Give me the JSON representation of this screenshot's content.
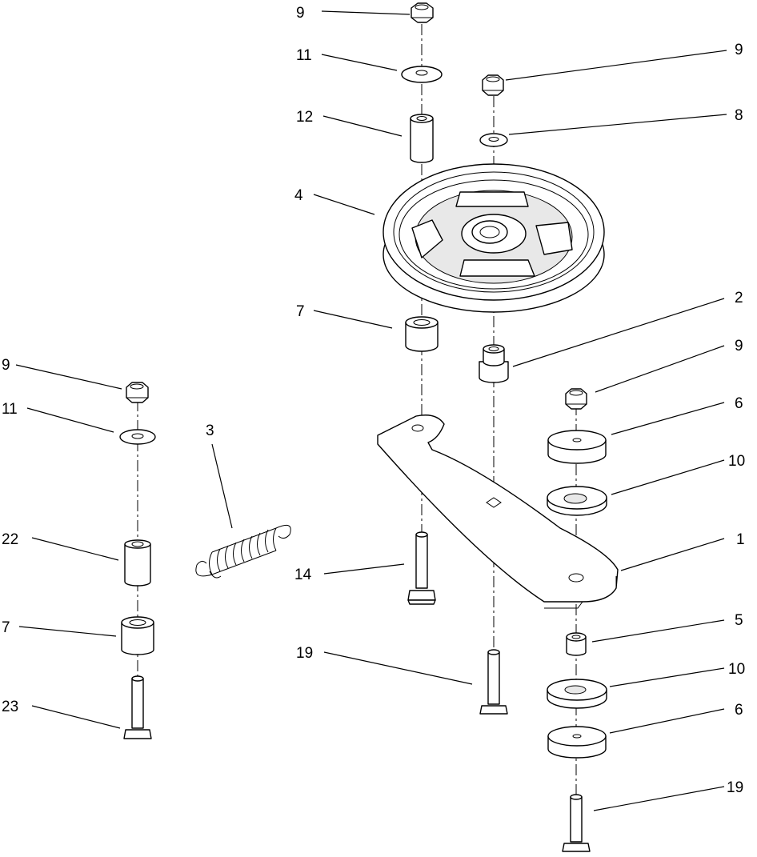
{
  "callouts": {
    "c9_top": "9",
    "c11_top": "11",
    "c12": "12",
    "c4": "4",
    "c9_right_top": "9",
    "c8": "8",
    "c7_mid": "7",
    "c2": "2",
    "c9_right_mid": "9",
    "c6_top": "6",
    "c10_top": "10",
    "c1": "1",
    "c3": "3",
    "c14": "14",
    "c19_mid": "19",
    "c5": "5",
    "c10_bottom": "10",
    "c6_bottom": "6",
    "c19_bottom": "19",
    "c9_left": "9",
    "c11_left": "11",
    "c22": "22",
    "c7_left": "7",
    "c23": "23"
  }
}
